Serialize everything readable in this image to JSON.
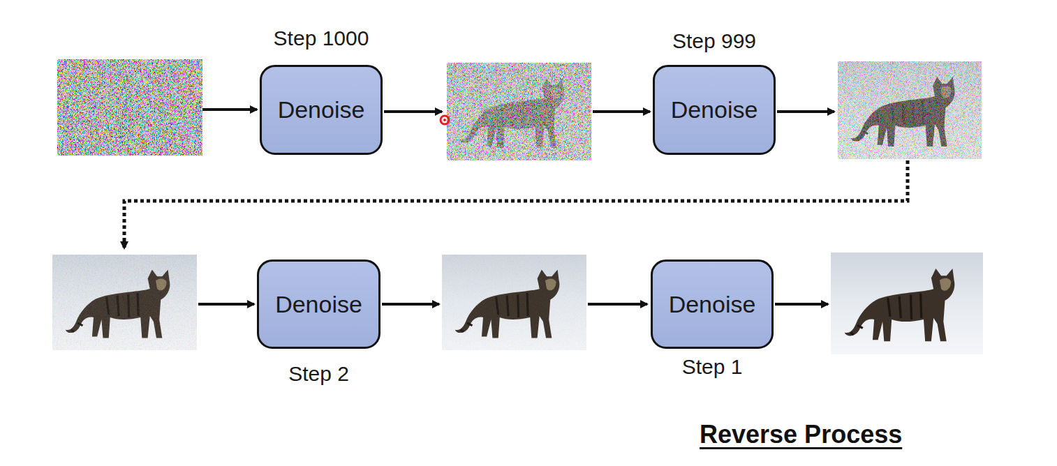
{
  "diagram": {
    "nodes": [
      {
        "text": [
          "Step 1000",
          "Denoise"
        ]
      },
      {
        "text": [
          "Step 999",
          "Denoise"
        ]
      },
      {
        "text": [
          "Denoise",
          "Step 2"
        ]
      },
      {
        "text": [
          "Denoise",
          "Step 1"
        ]
      }
    ],
    "labels": [
      "Reverse Process"
    ]
  }
}
